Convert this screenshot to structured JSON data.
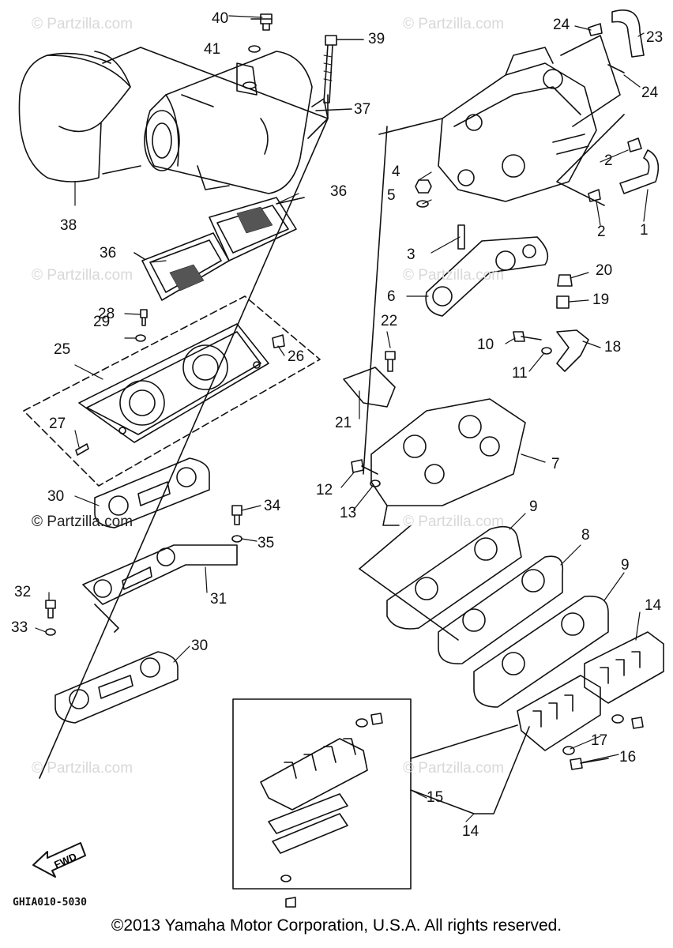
{
  "callouts": [
    "40",
    "41",
    "39",
    "37",
    "38",
    "24",
    "23",
    "24",
    "2",
    "2",
    "1",
    "4",
    "5",
    "3",
    "36",
    "36",
    "28",
    "29",
    "25",
    "26",
    "20",
    "6",
    "19",
    "22",
    "10",
    "18",
    "11",
    "21",
    "27",
    "7",
    "12",
    "13",
    "30",
    "34",
    "35",
    "9",
    "8",
    "9",
    "14",
    "32",
    "31",
    "33",
    "30",
    "17",
    "16",
    "15",
    "14"
  ],
  "watermarks": [
    "© Partzilla.com",
    "© Partzilla.com",
    "© Partzilla.com",
    "© Partzilla.com",
    "© Partzilla.com",
    "© Partzilla.com",
    "© Partzilla.com",
    "© Partzilla.com"
  ],
  "watermark_prominent": "© Partzilla.com",
  "fwd_label": "FWD",
  "diagram_code": "GHIA010-5030",
  "copyright": "©2013 Yamaha Motor Corporation, U.S.A. All rights reserved."
}
